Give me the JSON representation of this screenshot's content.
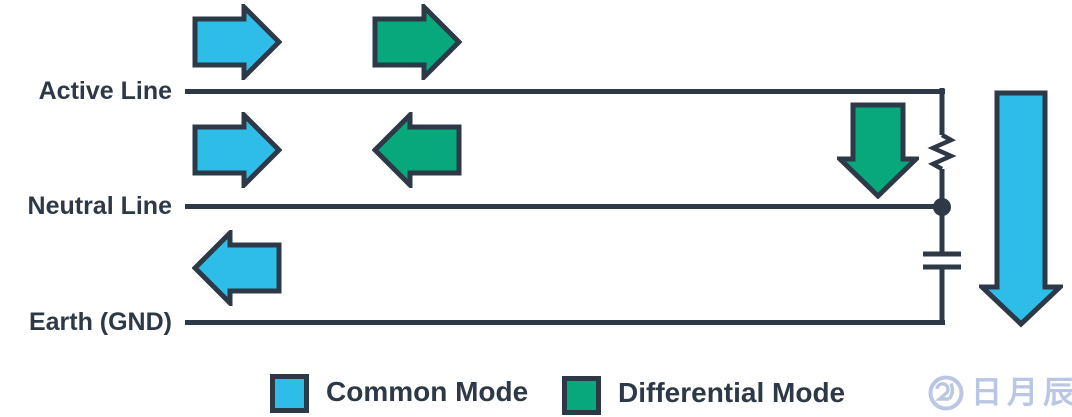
{
  "diagram": {
    "lines": [
      {
        "label": "Active Line"
      },
      {
        "label": "Neutral Line"
      },
      {
        "label": "Earth (GND)"
      }
    ],
    "legend": [
      {
        "label": "Common Mode"
      },
      {
        "label": "Differential Mode"
      }
    ],
    "arrows": [
      {
        "mode": "common-mode",
        "direction": "right",
        "position": "above-active-line-left"
      },
      {
        "mode": "differential-mode",
        "direction": "right",
        "position": "above-active-line-right"
      },
      {
        "mode": "common-mode",
        "direction": "right",
        "position": "between-active-and-neutral-left"
      },
      {
        "mode": "differential-mode",
        "direction": "left",
        "position": "between-active-and-neutral-right"
      },
      {
        "mode": "common-mode",
        "direction": "left",
        "position": "between-neutral-and-earth"
      },
      {
        "mode": "differential-mode",
        "direction": "down",
        "position": "beside-resistor"
      },
      {
        "mode": "common-mode",
        "direction": "down",
        "position": "far-right-return-path"
      }
    ],
    "circuit": {
      "components": [
        "resistor",
        "junction-dot",
        "capacitor"
      ]
    },
    "colors": {
      "common_mode": "#2ebde9",
      "differential_mode": "#07a87c",
      "outline": "#2e3947",
      "watermark": "#b9c7e5"
    },
    "watermark": {
      "text": "日月辰"
    }
  }
}
